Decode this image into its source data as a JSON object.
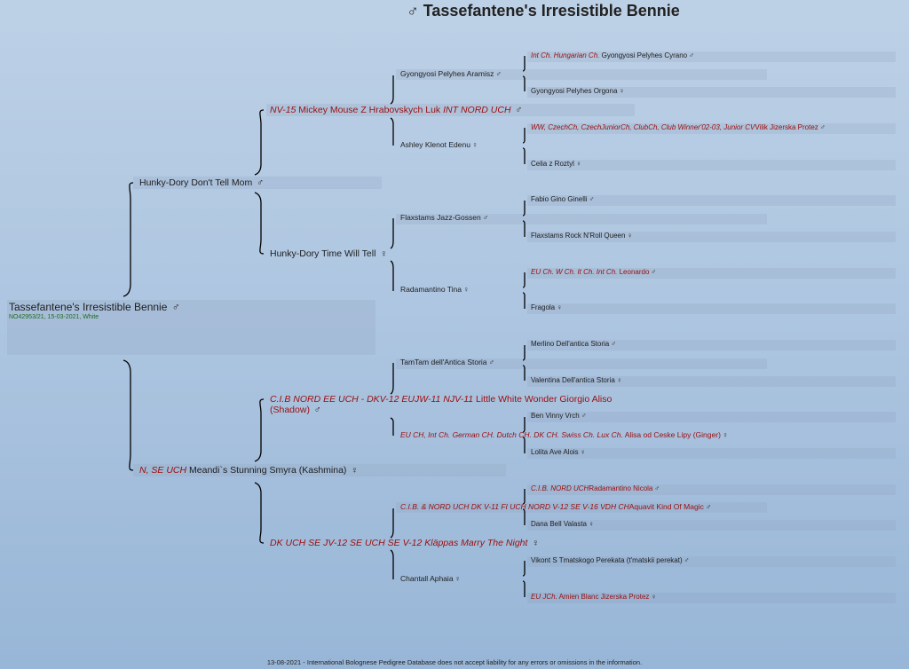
{
  "title": "♂ Tassefantene's Irresistible Bennie",
  "footer": "13-08-2021 - International Bolognese Pedigree Database does not accept liability for any errors or omissions in the information.",
  "subject": {
    "name": "Tassefantene's Irresistible Bennie",
    "sex": "♂",
    "meta": "NO42953/21, 15-03-2021, White"
  },
  "g1": [
    {
      "title": "",
      "name": "Hunky-Dory Don't Tell Mom",
      "sex": "♂"
    },
    {
      "title": "N, SE UCH",
      "name": "Meandi`s Stunning Smyra (Kashmina)",
      "sex": "♀"
    }
  ],
  "g2": [
    {
      "title": "NV-15",
      "name": "Mickey Mouse Z Hrabovskych Luk",
      "title2": "INT NORD UCH",
      "sex": "♂"
    },
    {
      "title": "",
      "name": "Hunky-Dory Time Will Tell",
      "sex": "♀"
    },
    {
      "title": "C.I.B NORD EE UCH - DKV-12 EUJW-11 NJV-11",
      "name": "Little White Wonder Giorgio Aliso (Shadow)",
      "sex": "♂"
    },
    {
      "title": "DK UCH SE JV-12 SE UCH SE V-12",
      "name": "Kläppas Marry The Night",
      "sex": "♀"
    }
  ],
  "g3": [
    {
      "title": "",
      "name": "Gyongyosi Pelyhes Aramisz",
      "sex": "♂"
    },
    {
      "title": "",
      "name": "Ashley Klenot Edenu",
      "sex": "♀"
    },
    {
      "title": "",
      "name": "Flaxstams Jazz-Gossen",
      "sex": "♂"
    },
    {
      "title": "",
      "name": "Radamantino Tina",
      "sex": "♀"
    },
    {
      "title": "",
      "name": "TamTam dell'Antica Storia",
      "sex": "♂"
    },
    {
      "title": "EU CH, Int Ch. German CH. Dutch CH. DK CH. Swiss Ch. Lux Ch.",
      "name": "Alisa od Ceske Lipy (Ginger)",
      "sex": "♀"
    },
    {
      "title": "C.I.B. & NORD UCH DK V-11 FI UCH NORD V-12 SE V-16 VDH CH",
      "name": "Aquavit Kind Of Magic",
      "sex": "♂"
    },
    {
      "title": "",
      "name": "Chantall Aphaia",
      "sex": "♀"
    }
  ],
  "g4": [
    {
      "title": "Int Ch. Hungarian Ch.",
      "name": "Gyongyosi Pelyhes Cyrano",
      "sex": "♂"
    },
    {
      "title": "",
      "name": "Gyongyosi Pelyhes Orgona",
      "sex": "♀"
    },
    {
      "title": "WW, CzechCh, CzechJuniorCh, ClubCh, Club Winner'02-03, Junior CV",
      "name": "Vilik Jizerska Protez",
      "sex": "♂"
    },
    {
      "title": "",
      "name": "Celia z Roztyl",
      "sex": "♀"
    },
    {
      "title": "",
      "name": "Fabio Gino Ginelli",
      "sex": "♂"
    },
    {
      "title": "",
      "name": "Flaxstams Rock N'Roll Queen",
      "sex": "♀"
    },
    {
      "title": "EU Ch. W Ch. It Ch. Int Ch.",
      "name": "Leonardo",
      "sex": "♂"
    },
    {
      "title": "",
      "name": "Fragola",
      "sex": "♀"
    },
    {
      "title": "",
      "name": "Merlino Dell'antica Storia",
      "sex": "♂"
    },
    {
      "title": "",
      "name": "Valentina Dell'antica Storia",
      "sex": "♀"
    },
    {
      "title": "",
      "name": "Ben Vinny Vrch",
      "sex": "♂"
    },
    {
      "title": "",
      "name": "Lolita Ave Alois",
      "sex": "♀"
    },
    {
      "title": "C.I.B. NORD UCH",
      "name": "Radamantino Nicola",
      "sex": "♂"
    },
    {
      "title": "",
      "name": "Dana Bell Valasta",
      "sex": "♀"
    },
    {
      "title": "",
      "name": "Vikont S Tmatskogo Perekata (t'matskii perekat)",
      "sex": "♂"
    },
    {
      "title": "EU JCh.",
      "name": "Amien Blanc Jizerska Protez",
      "sex": "♀"
    }
  ]
}
